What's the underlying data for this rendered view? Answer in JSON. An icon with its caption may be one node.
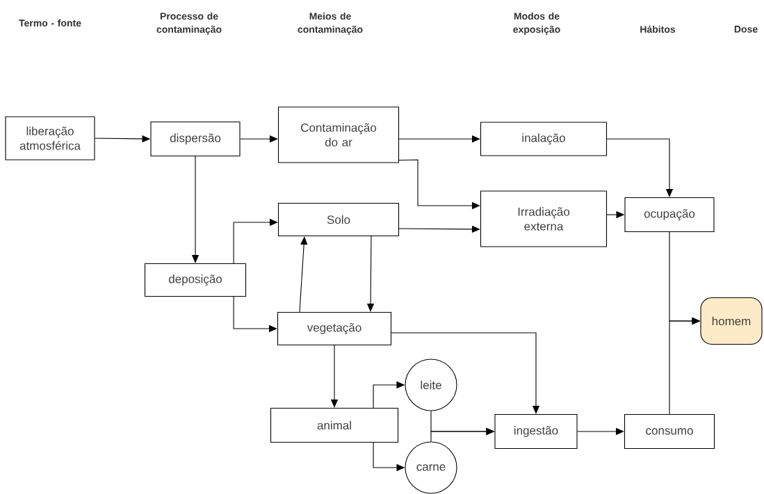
{
  "diagram": {
    "nodes": [
      {
        "text": [
          "liberação atmosférica"
        ]
      },
      {
        "text": [
          "dispersão"
        ]
      },
      {
        "text": [
          "Contaminação do ar"
        ]
      },
      {
        "text": [
          "inalação"
        ]
      },
      {
        "text": [
          "Irradiação externa"
        ]
      },
      {
        "text": [
          "ocupação"
        ]
      },
      {
        "text": [
          "deposição"
        ]
      },
      {
        "text": [
          "Solo"
        ]
      },
      {
        "text": [
          "vegetação"
        ]
      },
      {
        "text": [
          "animal"
        ]
      },
      {
        "text": [
          "leite"
        ]
      },
      {
        "text": [
          "carne"
        ]
      },
      {
        "text": [
          "ingestão"
        ]
      },
      {
        "text": [
          "consumo"
        ]
      },
      {
        "text": [
          "homem"
        ]
      }
    ],
    "edges": [
      {
        "from": 0,
        "to": 1,
        "arrow": "to"
      },
      {
        "from": 1,
        "to": 2,
        "arrow": "to"
      },
      {
        "from": 2,
        "to": 3,
        "arrow": "to"
      },
      {
        "from": 2,
        "to": 4,
        "arrow": "to"
      },
      {
        "from": 7,
        "to": 4,
        "arrow": "to"
      },
      {
        "from": 4,
        "to": 5,
        "arrow": "to"
      },
      {
        "from": 3,
        "to": 5,
        "arrow": "to"
      },
      {
        "from": 1,
        "to": 6,
        "arrow": "to"
      },
      {
        "from": 6,
        "to": 7,
        "arrow": "to"
      },
      {
        "from": 6,
        "to": 8,
        "arrow": "to"
      },
      {
        "from": 8,
        "to": 7,
        "arrow": "to"
      },
      {
        "from": 7,
        "to": 8,
        "arrow": "to"
      },
      {
        "from": 8,
        "to": 9,
        "arrow": "to"
      },
      {
        "from": 8,
        "to": 12,
        "arrow": "to"
      },
      {
        "from": 9,
        "to": 10,
        "arrow": "to"
      },
      {
        "from": 9,
        "to": 11,
        "arrow": "to"
      },
      {
        "from": 10,
        "to": 12,
        "arrow": "to"
      },
      {
        "from": 11,
        "to": 12,
        "arrow": "to"
      },
      {
        "from": 12,
        "to": 13,
        "arrow": "to"
      },
      {
        "from": 5,
        "to": 14,
        "arrow": "to"
      },
      {
        "from": 13,
        "to": 14,
        "arrow": "to"
      }
    ],
    "labels": [
      "Termo - fonte",
      "Processo de contaminação",
      "Meios de contaminação",
      "Modos de exposição",
      "Hábitos",
      "Dose"
    ]
  }
}
